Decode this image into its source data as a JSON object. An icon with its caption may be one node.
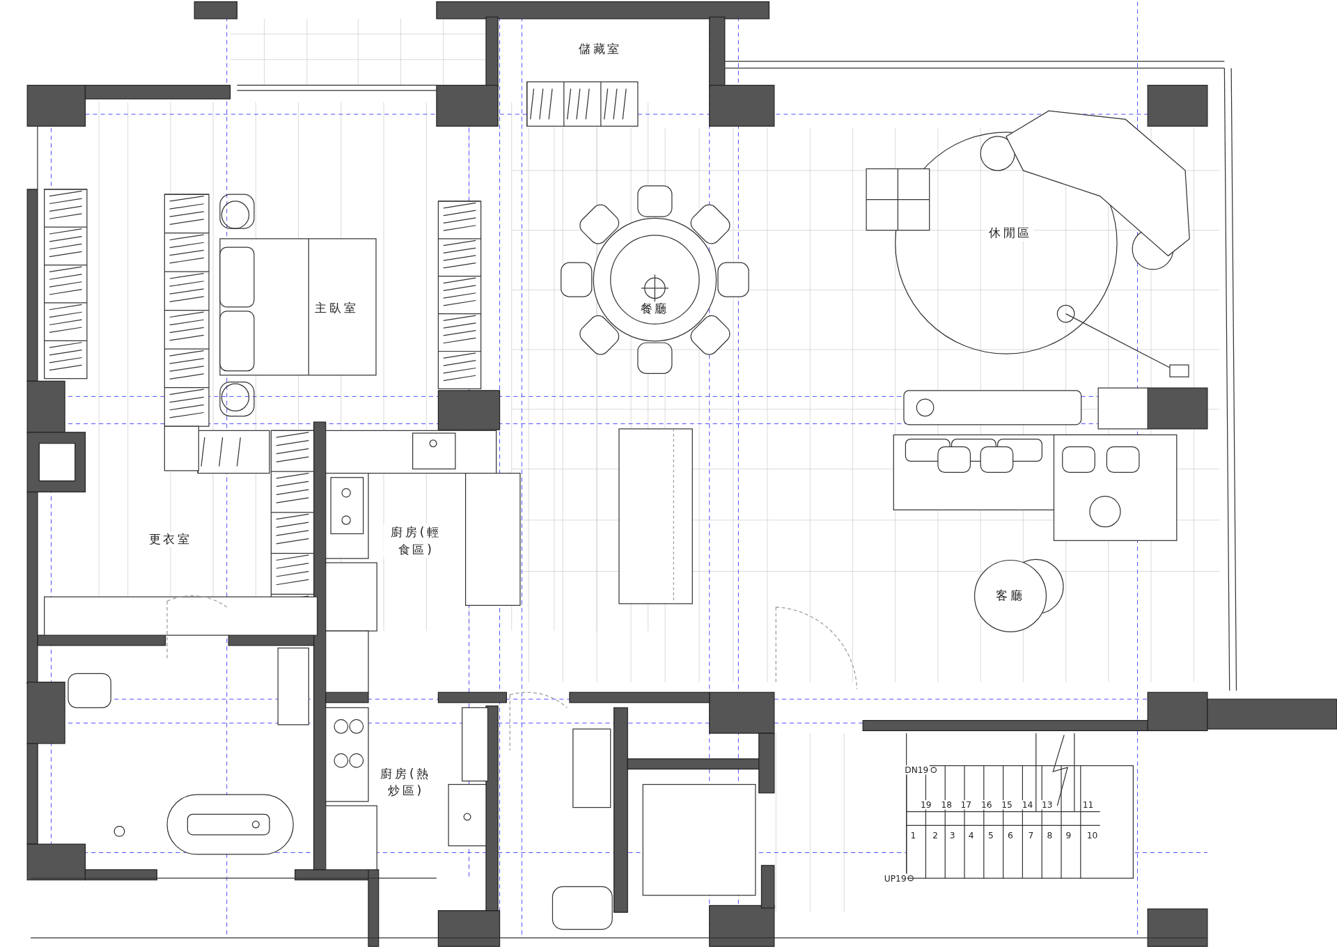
{
  "diagram": {
    "labels": [
      "儲藏室",
      "休閒區",
      "主臥室",
      "餐廳",
      "更衣室",
      "廚房(輕食區)",
      "客廳",
      "DN19",
      "19",
      "18",
      "17",
      "16",
      "15",
      "14",
      "13",
      "11",
      "1",
      "2",
      "3",
      "4",
      "5",
      "6",
      "7",
      "8",
      "9",
      "10",
      "廚房(熱炒區)",
      "UP19"
    ]
  }
}
